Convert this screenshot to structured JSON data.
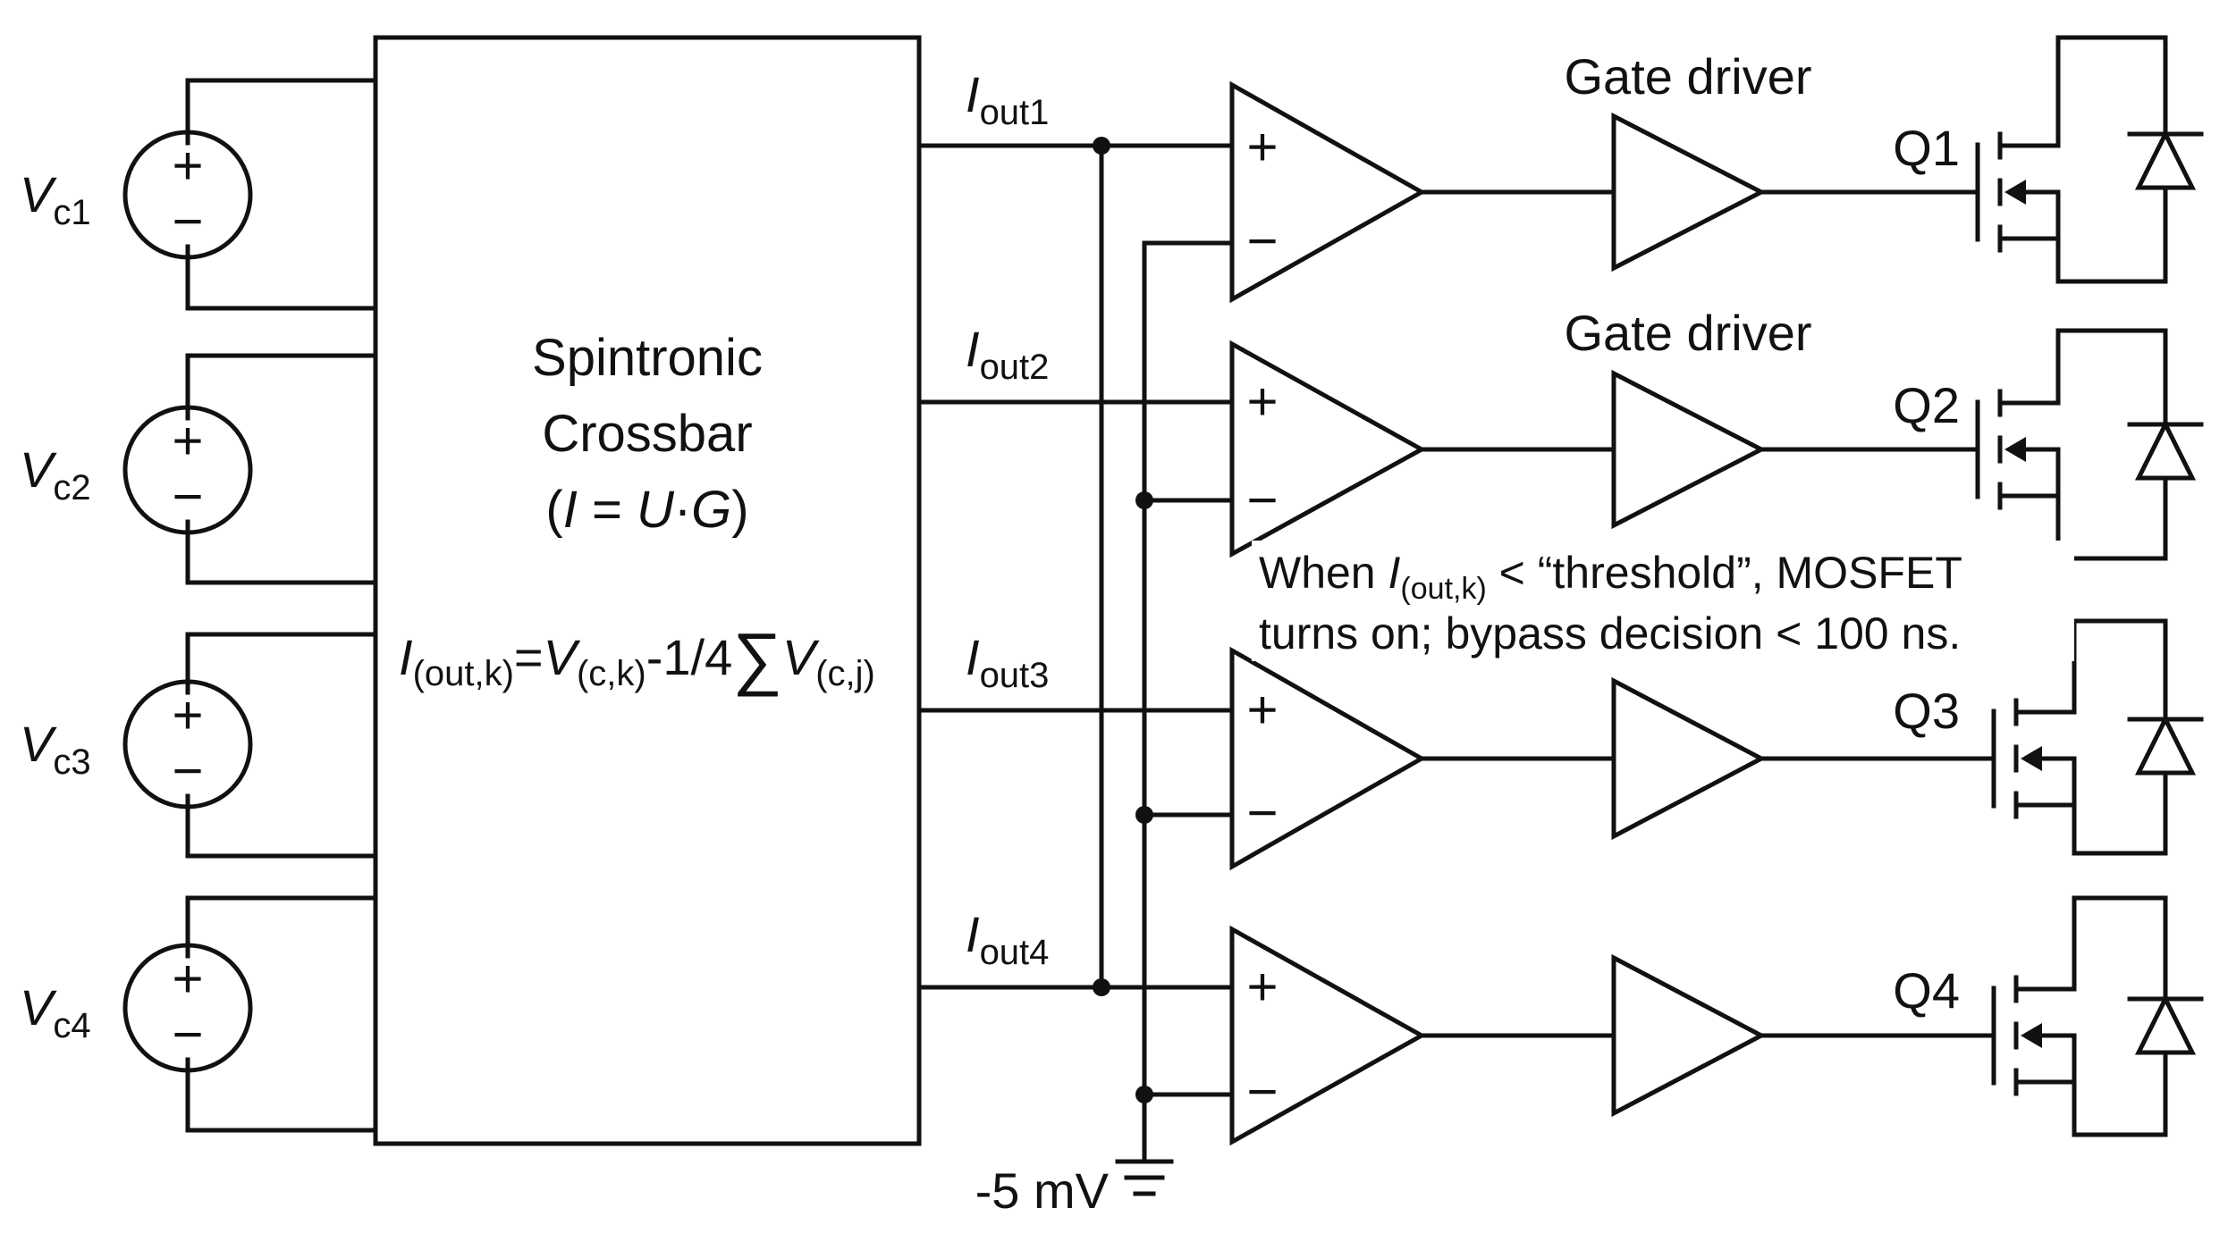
{
  "crossbar": {
    "title_line1": "Spintronic",
    "title_line2": "Crossbar",
    "relation": {
      "open": "(",
      "I": "I",
      "eq": " = ",
      "U": "U",
      "dot": "·",
      "G": "G",
      "close": ")"
    },
    "formula": {
      "I": "I",
      "I_sub": "(out,k)",
      "eq": "=",
      "V": "V",
      "V_sub": "(c,k)",
      "minus": "-1/4",
      "sum": "∑",
      "V2": "V",
      "V2_sub": "(c,j)"
    }
  },
  "sources": [
    {
      "symbol": "V",
      "sub": "c1",
      "plus": "+",
      "minus": "−"
    },
    {
      "symbol": "V",
      "sub": "c2",
      "plus": "+",
      "minus": "−"
    },
    {
      "symbol": "V",
      "sub": "c3",
      "plus": "+",
      "minus": "−"
    },
    {
      "symbol": "V",
      "sub": "c4",
      "plus": "+",
      "minus": "−"
    }
  ],
  "outputs": [
    {
      "symbol": "I",
      "sub": "out1"
    },
    {
      "symbol": "I",
      "sub": "out2"
    },
    {
      "symbol": "I",
      "sub": "out3"
    },
    {
      "symbol": "I",
      "sub": "out4"
    }
  ],
  "comparator": {
    "plus": "+",
    "minus": "−"
  },
  "gate_driver_label": "Gate driver",
  "mosfets": [
    "Q1",
    "Q2",
    "Q3",
    "Q4"
  ],
  "reference": "-5 mV",
  "note": {
    "line1_pre": "When ",
    "line1_I": "I",
    "line1_sub": "(out,k)",
    "line1_post": " < “threshold”, MOSFET",
    "line2": "turns on; bypass decision < 100 ns."
  }
}
